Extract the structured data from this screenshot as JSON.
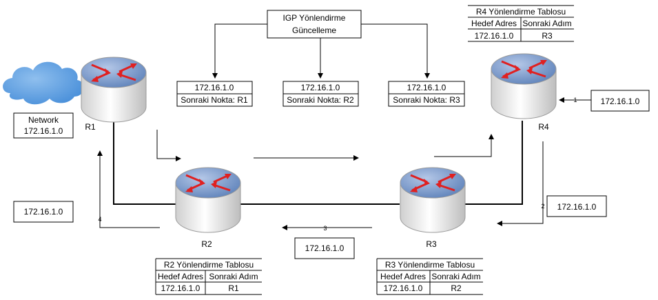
{
  "igp_box": {
    "line1": "IGP Yönlendirme",
    "line2": "Güncelleme"
  },
  "network": {
    "line1": "Network",
    "line2": "172.16.1.0"
  },
  "routers": {
    "r1": "R1",
    "r2": "R2",
    "r3": "R3",
    "r4": "R4"
  },
  "next_hop_boxes": [
    {
      "addr": "172.16.1.0",
      "hop": "Sonraki Nokta: R1"
    },
    {
      "addr": "172.16.1.0",
      "hop": "Sonraki Nokta: R2"
    },
    {
      "addr": "172.16.1.0",
      "hop": "Sonraki Nokta: R3"
    }
  ],
  "tables": {
    "r4": {
      "title": "R4 Yönlendirme Tablosu",
      "col1": "Hedef Adres",
      "col2": "Sonraki Adım",
      "dest": "172.16.1.0",
      "next": "R3"
    },
    "r2": {
      "title": "R2 Yönlendirme Tablosu",
      "col1": "Hedef Adres",
      "col2": "Sonraki Adım",
      "dest": "172.16.1.0",
      "next": "R1"
    },
    "r3": {
      "title": "R3 Yönlendirme Tablosu",
      "col1": "Hedef Adres",
      "col2": "Sonraki Adım",
      "dest": "172.16.1.0",
      "next": "R2"
    }
  },
  "packets": {
    "p1": "172.16.1.0",
    "p2": "172.16.1.0",
    "p3": "172.16.1.0",
    "p4": "172.16.1.0"
  },
  "steps": {
    "s1": "1",
    "s2": "2",
    "s3": "3",
    "s4": "4"
  }
}
